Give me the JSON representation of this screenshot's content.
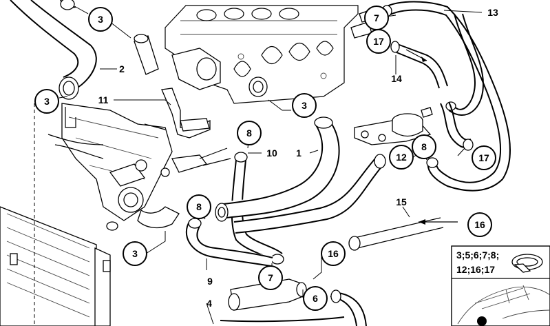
{
  "callouts": [
    {
      "id": "c3a",
      "text": "3"
    },
    {
      "id": "c3b",
      "text": "3"
    },
    {
      "id": "c3c",
      "text": "3"
    },
    {
      "id": "c3d",
      "text": "3"
    },
    {
      "id": "c7a",
      "text": "7"
    },
    {
      "id": "c7b",
      "text": "7"
    },
    {
      "id": "c17a",
      "text": "17"
    },
    {
      "id": "c17b",
      "text": "17"
    },
    {
      "id": "c8a",
      "text": "8"
    },
    {
      "id": "c8b",
      "text": "8"
    },
    {
      "id": "c8c",
      "text": "8"
    },
    {
      "id": "c12",
      "text": "12"
    },
    {
      "id": "c16a",
      "text": "16"
    },
    {
      "id": "c16b",
      "text": "16"
    },
    {
      "id": "c6",
      "text": "6"
    }
  ],
  "labels": [
    {
      "id": "l2",
      "text": "2"
    },
    {
      "id": "l13",
      "text": "13"
    },
    {
      "id": "l14",
      "text": "14"
    },
    {
      "id": "l11",
      "text": "11"
    },
    {
      "id": "l10",
      "text": "10"
    },
    {
      "id": "l1",
      "text": "1"
    },
    {
      "id": "l15",
      "text": "15"
    },
    {
      "id": "l9",
      "text": "9"
    },
    {
      "id": "l4",
      "text": "4"
    }
  ],
  "legend": {
    "line1": "3;5;6;7;8;",
    "line2": "12;16;17"
  }
}
